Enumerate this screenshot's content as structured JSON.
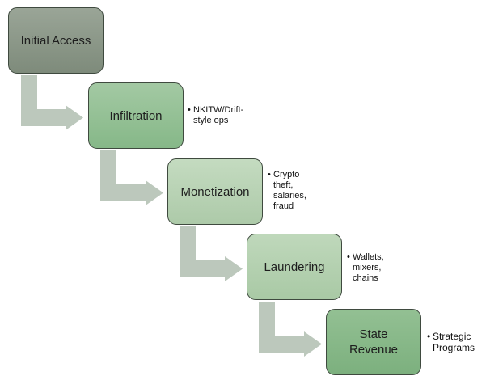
{
  "diagram": {
    "colors": {
      "arrow": "#bcc8bc",
      "box_border": "#3f4a3f"
    },
    "stages": [
      {
        "label": "Initial Access",
        "note": ""
      },
      {
        "label": "Infiltration",
        "note": "NKITW/Drift-\nstyle ops"
      },
      {
        "label": "Monetization",
        "note": "Crypto\ntheft,\nsalaries,\nfraud"
      },
      {
        "label": "Laundering",
        "note": "Wallets,\nmixers,\nchains"
      },
      {
        "label": "State\nRevenue",
        "note": "Strategic\nPrograms"
      }
    ],
    "bullet": "•"
  }
}
